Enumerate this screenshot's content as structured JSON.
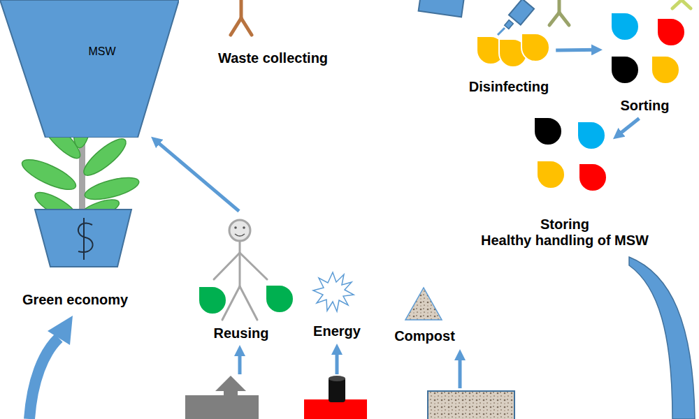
{
  "diagram": {
    "nodes": [
      {
        "text": [
          "MSW"
        ]
      },
      {
        "text": [
          "Disinfecting"
        ]
      },
      {
        "text": [
          "Sorting"
        ]
      },
      {
        "text": [
          "Storing",
          "Healthy handling of MSW"
        ]
      },
      {
        "text": [
          "Green economy"
        ]
      },
      {
        "text": [
          "Reusing"
        ]
      },
      {
        "text": [
          "Energy"
        ]
      },
      {
        "text": [
          "Compost"
        ]
      }
    ],
    "edges": [
      {
        "from": 1,
        "to": 2,
        "arrow": "to"
      },
      {
        "from": 2,
        "to": 3,
        "arrow": "to"
      },
      {
        "from": 5,
        "to": 0,
        "arrow": "to"
      }
    ],
    "labels": [
      "Waste collecting"
    ]
  }
}
